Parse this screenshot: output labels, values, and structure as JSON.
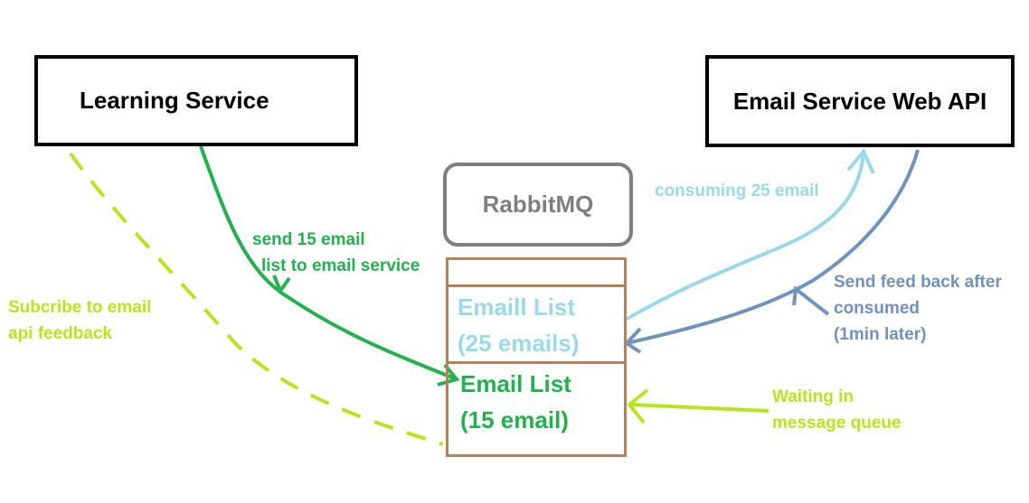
{
  "nodes": {
    "learning_service": "Learning Service",
    "email_service": "Email Service Web API",
    "rabbitmq": "RabbitMQ"
  },
  "queue": {
    "item1_line1": "Emaill List",
    "item1_line2": "(25 emails)",
    "item2_line1": "Email List",
    "item2_line2": "(15 email)"
  },
  "labels": {
    "send_line1": "send 15 email",
    "send_line2": "list to  email service",
    "consuming": "consuming 25 email",
    "feedback_line1": "Send feed back after",
    "feedback_line2": "consumed",
    "feedback_line3": "(1min later)",
    "subscribe_line1": "Subcribe to email",
    "subscribe_line2": "api feedback",
    "waiting_line1": "Waiting in",
    "waiting_line2": "message queue"
  },
  "colors": {
    "send": "#22b14c",
    "consume": "#99d9ea",
    "feedback": "#7092be",
    "subscribe": "#b5e61d",
    "queue_border": "#b7805a",
    "rabbit_border": "#7f7f7f"
  }
}
